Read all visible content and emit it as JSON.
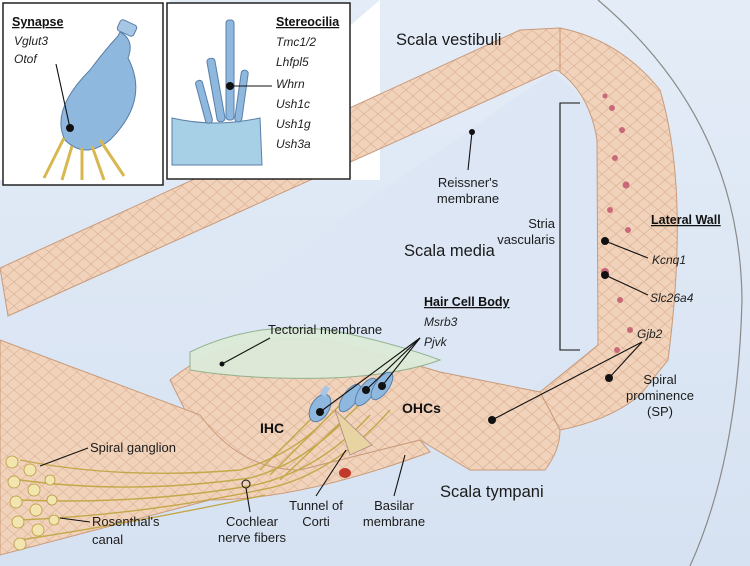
{
  "regions": {
    "scala_vestibuli": "Scala vestibuli",
    "scala_media": "Scala media",
    "scala_tympani": "Scala tympani"
  },
  "labels": {
    "reissners_1": "Reissner's",
    "reissners_2": "membrane",
    "stria_1": "Stria",
    "stria_2": "vascularis",
    "tectorial": "Tectorial membrane",
    "ihc": "IHC",
    "ohcs": "OHCs",
    "spiral_ganglion": "Spiral ganglion",
    "rosenthal_1": "Rosenthal's",
    "rosenthal_2": "canal",
    "nerve_1": "Cochlear",
    "nerve_2": "nerve fibers",
    "tunnel_1": "Tunnel of",
    "tunnel_2": "Corti",
    "basilar_1": "Basilar",
    "basilar_2": "membrane",
    "sp_1": "Spiral",
    "sp_2": "prominence",
    "sp_3": "(SP)"
  },
  "gene_groups": {
    "synapse": {
      "heading": "Synapse",
      "genes": [
        "Vglut3",
        "Otof"
      ]
    },
    "stereocilia": {
      "heading": "Stereocilia",
      "genes": [
        "Tmc1/2",
        "Lhfpl5",
        "Whrn",
        "Ush1c",
        "Ush1g",
        "Ush3a"
      ]
    },
    "lateral_wall": {
      "heading": "Lateral Wall",
      "genes": [
        "Kcnq1",
        "Slc26a4"
      ]
    },
    "hair_cell_body": {
      "heading": "Hair Cell Body",
      "genes": [
        "Msrb3",
        "Pjvk"
      ]
    },
    "gjb2": {
      "genes": [
        "Gjb2"
      ]
    }
  },
  "colors": {
    "fluid": "#dfe8f5",
    "tissue": "#f1d2ba",
    "tissue_line": "#c99a7a",
    "membrane": "#dcebd8",
    "hair_cell": "#8fb8de",
    "nerve": "#c3a84a"
  }
}
